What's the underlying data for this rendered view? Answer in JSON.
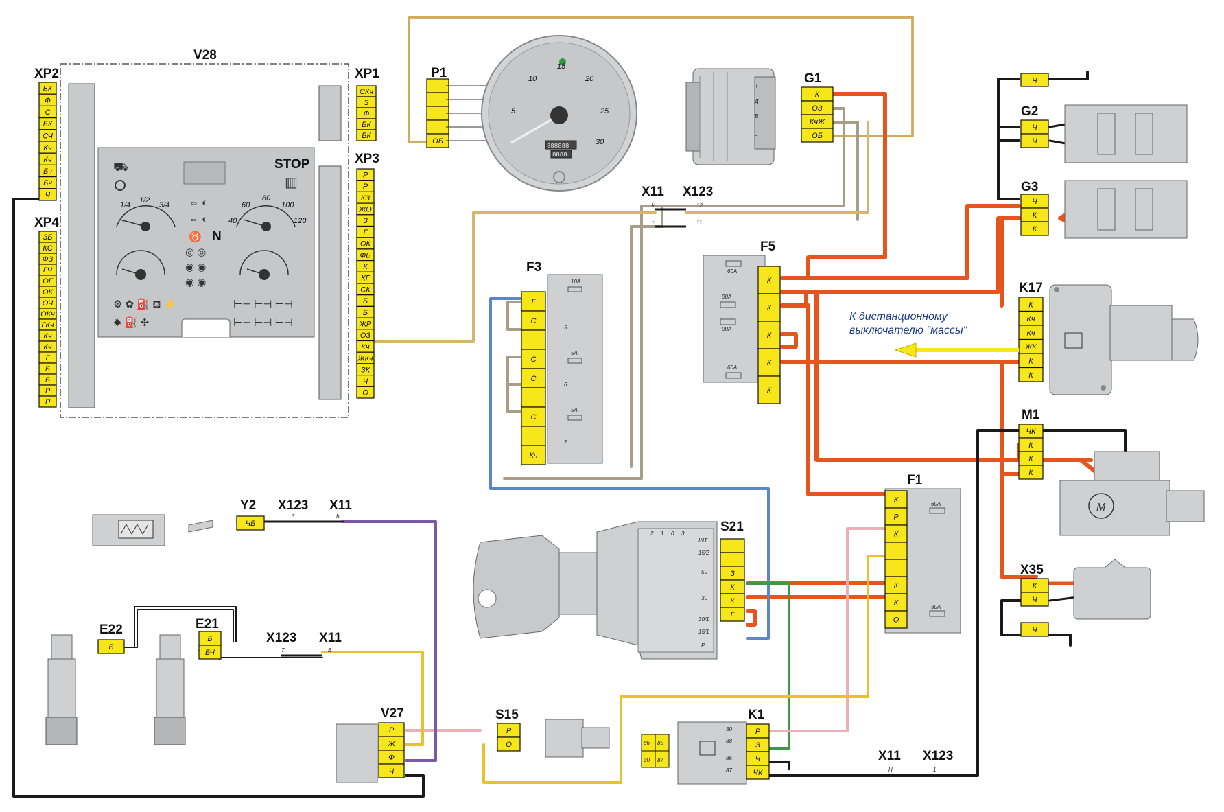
{
  "diagram": {
    "labels": {
      "v28": "V28",
      "xp1": "XP1",
      "xp2": "XP2",
      "xp3": "XP3",
      "xp4": "XP4",
      "p1": "P1",
      "g1": "G1",
      "g2": "G2",
      "g3": "G3",
      "f1": "F1",
      "f3": "F3",
      "f5": "F5",
      "k1": "K1",
      "k17": "K17",
      "m1": "M1",
      "s15": "S15",
      "s21": "S21",
      "x11": "X11",
      "x123": "X123",
      "x35": "X35",
      "y2": "Y2",
      "v27": "V27",
      "e21": "E21",
      "e22": "E22",
      "stop": "STOP"
    },
    "note_line1": "К дистанционному",
    "note_line2": "выключателю \"массы\"",
    "pins": {
      "xp2": [
        "БК",
        "Ф",
        "С",
        "БК",
        "СЧ",
        "Кч",
        "Кч",
        "Бч",
        "Бч",
        "Ч"
      ],
      "xp1": [
        "СКч",
        "З",
        "Ф",
        "БК",
        "БК"
      ],
      "xp4": [
        "ЗБ",
        "КС",
        "ФЗ",
        "ГЧ",
        "ОГ",
        "ОК",
        "ОЧ",
        "ОКч",
        "ГКч",
        "Кч",
        "Кч",
        "Г",
        "Б",
        "Б",
        "Р",
        "Р"
      ],
      "xp3": [
        "Р",
        "Р",
        "КЗ",
        "ЖО",
        "З",
        "Г",
        "ОК",
        "ФБ",
        "К",
        "КГ",
        "СК",
        "Б",
        "Б",
        "ЖР",
        "ОЗ",
        "Кч",
        "ЖКч",
        "ЗК",
        "Ч",
        "О"
      ],
      "p1": [
        "",
        "",
        "",
        "",
        "ОБ"
      ],
      "g1": [
        "К",
        "ОЗ",
        "КчЖ",
        "ОБ"
      ],
      "g2": [
        "Ч",
        "Ч"
      ],
      "g3": [
        "Ч",
        "К",
        "К"
      ],
      "f5": [
        "К",
        "К",
        "К",
        "К",
        "К"
      ],
      "k17": [
        "К",
        "Кч",
        "Кч",
        "ЖК",
        "К",
        "К"
      ],
      "m1": [
        "ЧК",
        "К",
        "К",
        "К"
      ],
      "f3": [
        "Г",
        "С",
        "",
        "С",
        "С",
        "",
        "С",
        "",
        "Кч"
      ],
      "f1": [
        "К",
        "Р",
        "К",
        "",
        "",
        "К",
        "К",
        "О"
      ],
      "s21": [
        "",
        "",
        "З",
        "К",
        "К",
        "Г"
      ],
      "x35": [
        "К",
        "Ч"
      ],
      "v27": [
        "Р",
        "Ж",
        "Ф",
        "Ч"
      ],
      "s15": [
        "Р",
        "О"
      ],
      "k1": [
        "Р",
        "З",
        "Ч",
        "ЧК"
      ],
      "y2": [
        "ЧБ"
      ],
      "e22": [
        "Б"
      ],
      "e21": [
        "Б",
        "БЧ"
      ],
      "g2_top": [
        "Ч"
      ],
      "x35_bot": [
        "Ч"
      ]
    },
    "fuse_ratings": {
      "f3": [
        "10А",
        "5",
        "5А",
        "6",
        "5А",
        "7"
      ],
      "f5": [
        "60А",
        "90А",
        "90А",
        "60А"
      ],
      "f1": [
        "60А",
        "30А"
      ]
    },
    "relay_small": [
      "86",
      "85",
      "30",
      "87"
    ],
    "k1_terms": [
      "30",
      "88",
      "86",
      "87"
    ],
    "s21_terms": [
      "INT",
      "15/2",
      "50",
      "30",
      "30/1",
      "15/1",
      "Р"
    ],
    "s21_positions": [
      "2",
      "1",
      "0",
      "3"
    ],
    "gauge": {
      "ticks": [
        "5",
        "10",
        "15",
        "20",
        "25",
        "30"
      ],
      "odometer": "888888",
      "trip": "8888"
    },
    "panel": {
      "fuel_ticks": [
        "1/4",
        "1/2",
        "3/4"
      ],
      "temp_ticks": [
        "40",
        "60",
        "80",
        "100",
        "120"
      ],
      "neutral": "N"
    },
    "connector_tags": {
      "x11_x123_top": [
        "k",
        "12",
        "c",
        "11"
      ],
      "x11_x123_y2": [
        "3",
        "b"
      ],
      "x11_x123_e21": [
        "7",
        "B"
      ],
      "x11_x123_k1": [
        "H",
        "1"
      ]
    },
    "colors": {
      "power_red": "#e8541e",
      "fuse_yellow": "#f6e61a",
      "wire_black": "#1a1a1a",
      "wire_yellow": "#e8c030",
      "wire_gray": "#a89d86",
      "wire_blue": "#5c86c8",
      "wire_green": "#3e9a4a",
      "wire_pink": "#eab0b6",
      "wire_violet": "#7c58a6",
      "wire_tan": "#d6b66a"
    }
  }
}
